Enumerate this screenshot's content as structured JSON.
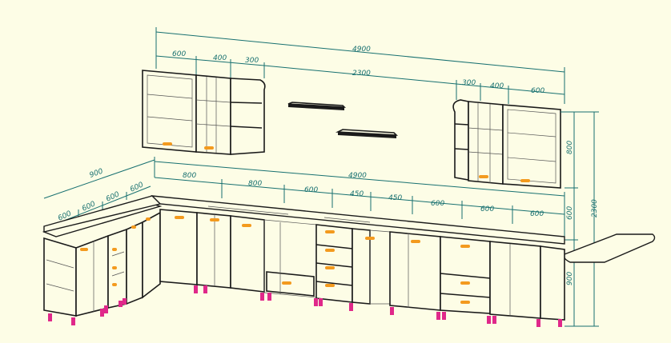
{
  "dimensions": {
    "top_total": "4900",
    "upper_left": [
      "600",
      "400",
      "300"
    ],
    "upper_gap": "2300",
    "upper_right": [
      "300",
      "400",
      "600"
    ],
    "side_depth": "900",
    "base_total": "4900",
    "base_sections": [
      "800",
      "800",
      "600",
      "450",
      "450",
      "600",
      "600",
      "600"
    ],
    "left_small": [
      "600",
      "600",
      "600",
      "600"
    ],
    "heights": {
      "upper": "800",
      "gap": "600",
      "base": "900",
      "total": "2300"
    }
  }
}
